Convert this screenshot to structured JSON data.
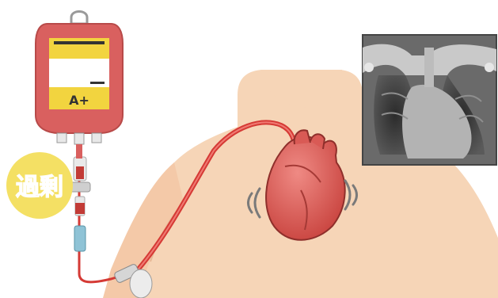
{
  "bag": {
    "blood_type": "A+"
  },
  "badge": {
    "text": "過剰"
  },
  "colors": {
    "bag_red": "#d9605f",
    "bag_yellow": "#f2d43f",
    "skin": "#f6d5b7",
    "tube": "#d53a35",
    "heart": "#e0605c",
    "badge_yellow": "#f4e064",
    "badge_text": "#d4544a",
    "xray_bg": "#6a6a6a"
  },
  "icons": [
    "blood-bag-icon",
    "heart-icon",
    "xray-image",
    "iv-tube",
    "overload-badge"
  ]
}
